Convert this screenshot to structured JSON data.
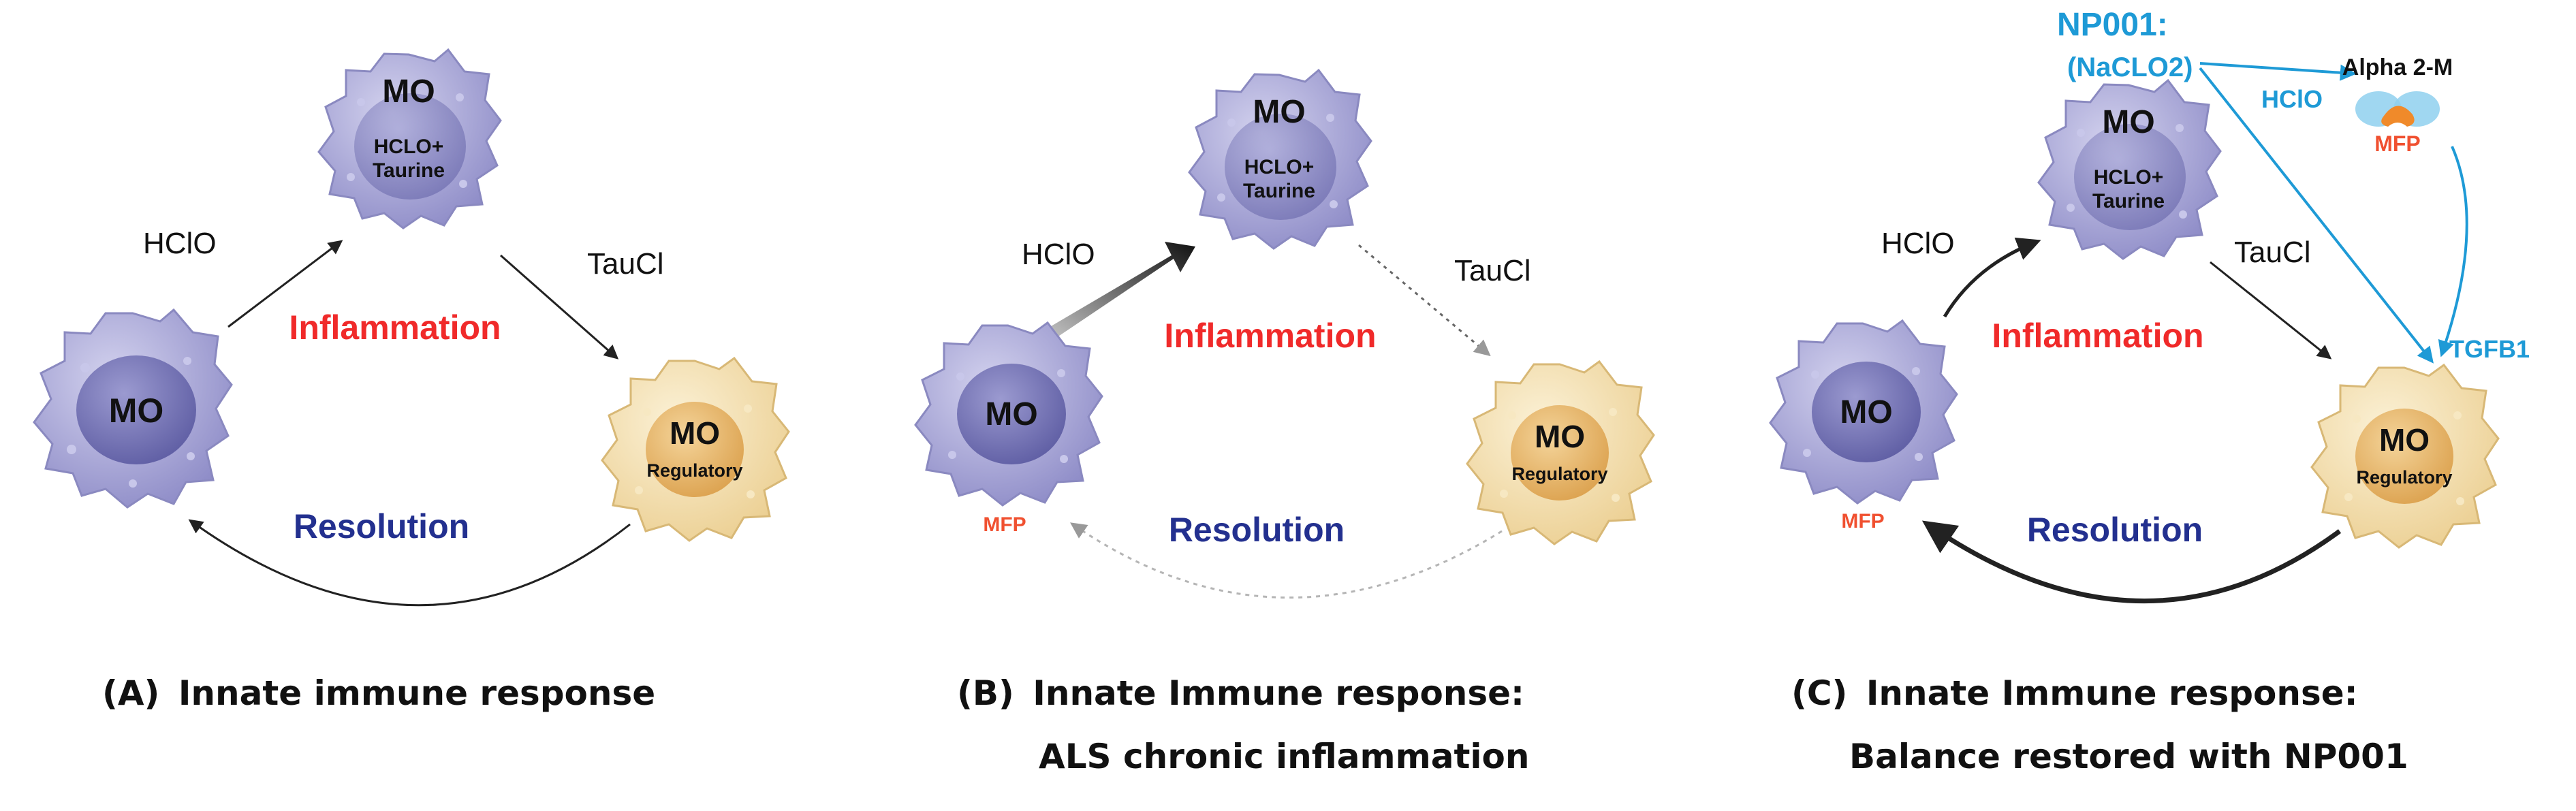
{
  "colors": {
    "inflammation": "#f02a2a",
    "resolution": "#23308f",
    "mfp": "#f05030",
    "np001": "#1e9ad6",
    "tgfb1": "#1e9ad6",
    "mo_cell": "#a9a8d8",
    "mo_nucleus": "#6f6eb0",
    "regulatory_cell": "#f2dca6",
    "regulatory_nucleus": "#e7b768",
    "text": "#111111"
  },
  "panels": [
    {
      "id": "A",
      "caption_letter": "(A)",
      "caption_line1": "Innate immune response",
      "caption_line2": "",
      "resting_cell": {
        "label": "MO",
        "sublabel": ""
      },
      "activated_cell": {
        "label": "MO",
        "sublabel_1": "HCLO+",
        "sublabel_2": "Taurine"
      },
      "regulatory_cell": {
        "label": "MO",
        "sublabel": "Regulatory"
      },
      "hclo_label": "HClO",
      "taucl_label": "TauCl",
      "inflammation_label": "Inflammation",
      "resolution_label": "Resolution"
    },
    {
      "id": "B",
      "caption_letter": "(B)",
      "caption_line1": "Innate Immune response:",
      "caption_line2": "ALS chronic inflammation",
      "resting_cell": {
        "label": "MO",
        "sublabel": "MFP"
      },
      "activated_cell": {
        "label": "MO",
        "sublabel_1": "HCLO+",
        "sublabel_2": "Taurine"
      },
      "regulatory_cell": {
        "label": "MO",
        "sublabel": "Regulatory"
      },
      "hclo_label": "HClO",
      "taucl_label": "TauCl",
      "inflammation_label": "Inflammation",
      "resolution_label": "Resolution"
    },
    {
      "id": "C",
      "caption_letter": "(C)",
      "caption_line1": "Innate Immune response:",
      "caption_line2": "Balance restored with NP001",
      "resting_cell": {
        "label": "MO",
        "sublabel": "MFP"
      },
      "activated_cell": {
        "label": "MO",
        "sublabel_1": "HCLO+",
        "sublabel_2": "Taurine"
      },
      "regulatory_cell": {
        "label": "MO",
        "sublabel": "Regulatory"
      },
      "hclo_label": "HClO",
      "taucl_label": "TauCl",
      "inflammation_label": "Inflammation",
      "resolution_label": "Resolution",
      "np001_title": "NP001:",
      "np001_formula": "(NaCLO2)",
      "np001_hclo": "HClO",
      "alpha2m_label": "Alpha 2-M",
      "alpha2m_mfp": "MFP",
      "tgfb1_label": "TGFB1"
    }
  ]
}
